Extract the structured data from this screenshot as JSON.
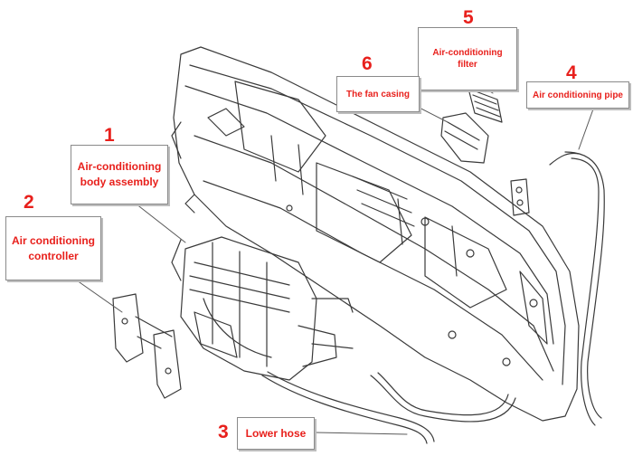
{
  "colors": {
    "label": "#e8201c",
    "line": "#3a3a3a",
    "box_border": "#8a8a8a"
  },
  "callouts": [
    {
      "id": "body-assembly",
      "number": "1",
      "label": "Air-conditioning\nbody assembly"
    },
    {
      "id": "controller",
      "number": "2",
      "label": "Air conditioning\ncontroller"
    },
    {
      "id": "lower-hose",
      "number": "3",
      "label": "Lower hose"
    },
    {
      "id": "pipe",
      "number": "4",
      "label": "Air conditioning pipe"
    },
    {
      "id": "filter",
      "number": "5",
      "label": "Air-conditioning filter"
    },
    {
      "id": "fan-casing",
      "number": "6",
      "label": "The fan casing"
    }
  ]
}
